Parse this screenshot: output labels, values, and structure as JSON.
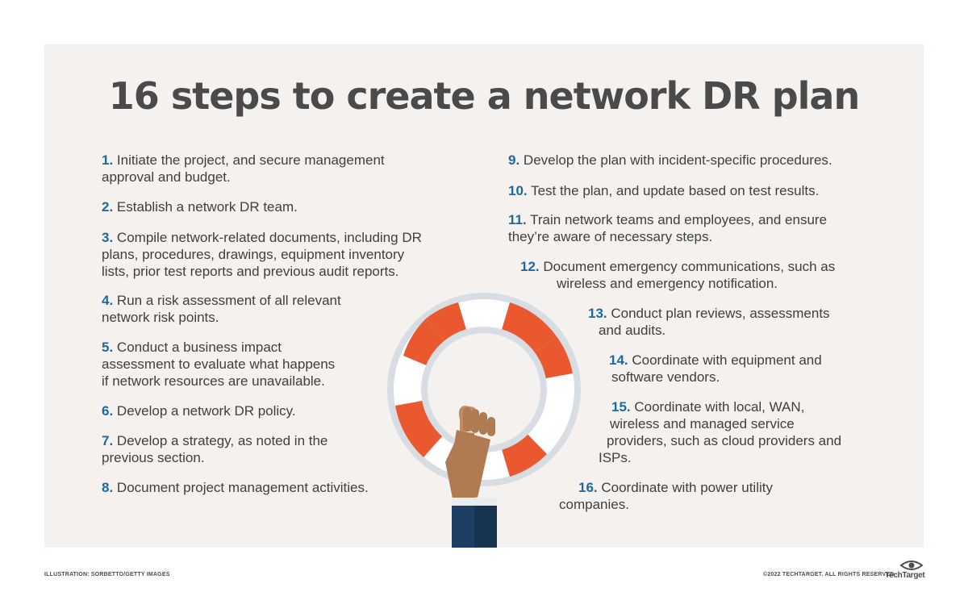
{
  "title": "16 steps to create a network DR plan",
  "steps": [
    {
      "num": "1.",
      "lines": [
        "Initiate the project, and secure management",
        "approval and budget."
      ]
    },
    {
      "num": "2.",
      "lines": [
        "Establish a network DR team."
      ]
    },
    {
      "num": "3.",
      "lines": [
        "Compile network-related documents, including DR",
        "plans, procedures, drawings, equipment inventory",
        "lists, prior test reports and previous audit reports."
      ]
    },
    {
      "num": "4.",
      "lines": [
        "Run a risk assessment of all relevant",
        "network risk points."
      ]
    },
    {
      "num": "5.",
      "lines": [
        "Conduct a business impact",
        "assessment to evaluate what happens",
        "if network resources are unavailable."
      ]
    },
    {
      "num": "6.",
      "lines": [
        "Develop a network DR policy."
      ]
    },
    {
      "num": "7.",
      "lines": [
        "Develop a strategy, as noted in the",
        "previous section."
      ]
    },
    {
      "num": "8.",
      "lines": [
        "Document project management activities."
      ]
    },
    {
      "num": "9.",
      "lines": [
        "Develop the plan with incident-specific procedures."
      ]
    },
    {
      "num": "10.",
      "lines": [
        "Test the plan, and update based on test results."
      ]
    },
    {
      "num": "11.",
      "lines": [
        "Train network teams and employees, and ensure",
        "they’re aware of necessary steps."
      ]
    },
    {
      "num": "12.",
      "lines": [
        "Document emergency communications, such as",
        "wireless and emergency notification."
      ]
    },
    {
      "num": "13.",
      "lines": [
        "Conduct plan reviews, assessments",
        "and audits."
      ]
    },
    {
      "num": "14.",
      "lines": [
        "Coordinate with equipment and",
        "software vendors."
      ]
    },
    {
      "num": "15.",
      "lines": [
        "Coordinate with local, WAN,",
        "wireless and managed service",
        "providers, such as cloud providers and",
        "ISPs."
      ]
    },
    {
      "num": "16.",
      "lines": [
        "Coordinate with power utility",
        "companies."
      ]
    }
  ],
  "footer": {
    "credit": "ILLUSTRATION: SORBETTO/GETTY IMAGES",
    "copyright": "©2022 TECHTARGET. ALL RIGHTS RESERVED",
    "logo": "TechTarget"
  },
  "colors": {
    "title": "#4a4a4a",
    "number": "#1e6aa0",
    "text": "#404040",
    "background": "#f4f1ee",
    "ring_red": "#e9582e",
    "ring_white": "#ffffff",
    "ring_outline": "#d7dde2"
  },
  "icons": [
    "lifebuoy-icon",
    "hand-icon",
    "eye-logo-icon"
  ]
}
